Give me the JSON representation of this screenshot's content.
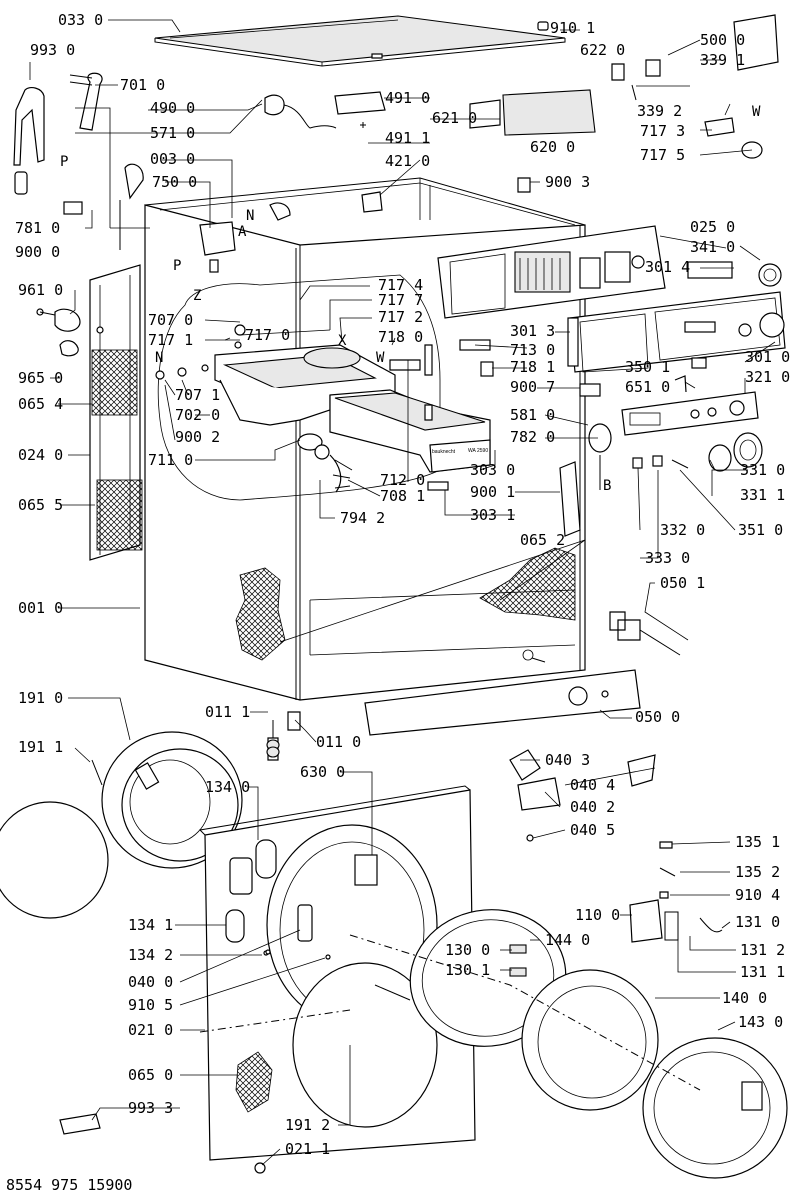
{
  "labels": {
    "l0330": "033 0",
    "l9930": "993 0",
    "l7010": "701 0",
    "l4900": "490 0",
    "l5710": "571 0",
    "l0030": "003 0",
    "l7500": "750 0",
    "l7810": "781 0",
    "l9000": "900 0",
    "l9101": "910 1",
    "l6220": "622 0",
    "l5000": "500 0",
    "l3391": "339 1",
    "l4910": "491 0",
    "l6210": "621 0",
    "l3392": "339 2",
    "l7173": "717 3",
    "l4911": "491 1",
    "l6200": "620 0",
    "l7175": "717 5",
    "l4210": "421 0",
    "l9003": "900 3",
    "l0250": "025 0",
    "l3410": "341 0",
    "l3014": "301 4",
    "l9610": "961 0",
    "l7174": "717 4",
    "l7177": "717 7",
    "l7172": "717 2",
    "l7180": "718 0",
    "l7070": "707 0",
    "l7171": "717 1",
    "l7170": "717 0",
    "l3013": "301 3",
    "l7130": "713 0",
    "l7181": "718 1",
    "l9007": "900 7",
    "l3501": "350 1",
    "l6510": "651 0",
    "l3010": "301 0",
    "l3210": "321 0",
    "l9650": "965 0",
    "l0654": "065 4",
    "l7071": "707 1",
    "l7020": "702 0",
    "l9002": "900 2",
    "l5810": "581 0",
    "l7820": "782 0",
    "l0240": "024 0",
    "l7110": "711 0",
    "l7120": "712 0",
    "l7081": "708 1",
    "l3030": "303 0",
    "l3310": "331 0",
    "l3311": "331 1",
    "l9001": "900 1",
    "l0655": "065 5",
    "l7942": "794 2",
    "l3031": "303 1",
    "l3320": "332 0",
    "l3510": "351 0",
    "l0652": "065 2",
    "l3330": "333 0",
    "l0501": "050 1",
    "l0010": "001 0",
    "l0500": "050 0",
    "l1910": "191 0",
    "l0111": "011 1",
    "l0110": "011 0",
    "l1911": "191 1",
    "l6300": "630 0",
    "l1340": "134 0",
    "l0403": "040 3",
    "l0404": "040 4",
    "l0402": "040 2",
    "l0405": "040 5",
    "l1351": "135 1",
    "l1352": "135 2",
    "l9104": "910 4",
    "l1100": "110 0",
    "l1310": "131 0",
    "l1341": "134 1",
    "l1300": "130 0",
    "l1440": "144 0",
    "l1342": "134 2",
    "l1301": "130 1",
    "l1312": "131 2",
    "l0400": "040 0",
    "l1311": "131 1",
    "l9105": "910 5",
    "l1400": "140 0",
    "l0210": "021 0",
    "l1430": "143 0",
    "l0650": "065 0",
    "l9933": "993 3",
    "l1912": "191 2",
    "l0211": "021 1"
  },
  "callouts": {
    "N1": "N",
    "A": "A",
    "P1": "P",
    "Z": "Z",
    "P2": "P",
    "W1": "W",
    "X": "X",
    "W2": "W",
    "N2": "N",
    "B": "B"
  },
  "footer": {
    "code": "8554 975 15900"
  },
  "panel": {
    "brand": "bauknecht",
    "model": "WA 2590"
  }
}
